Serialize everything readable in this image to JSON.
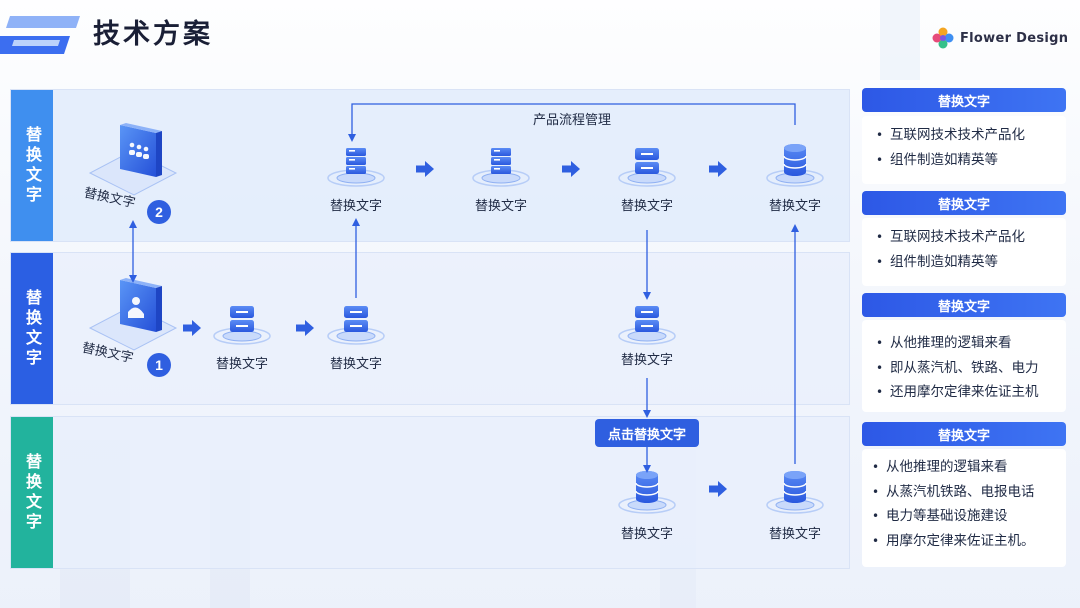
{
  "page": {
    "title": "技术方案"
  },
  "brand": {
    "name": "Flower Design",
    "icon": "flower-logo-icon"
  },
  "lanes": [
    {
      "label": "替换文字",
      "color": "#3f8fef"
    },
    {
      "label": "替换文字",
      "color": "#2b5fe3"
    },
    {
      "label": "替换文字",
      "color": "#22b39d"
    }
  ],
  "diagram": {
    "terminals": [
      {
        "label": "替换文字",
        "badge": "2",
        "icon": "team-screen-icon"
      },
      {
        "label": "替换文字",
        "badge": "1",
        "icon": "user-screen-icon"
      }
    ],
    "flow_label": "产品流程管理",
    "action_label": "点击替换文字",
    "nodes": [
      {
        "id": "a1",
        "label": "替换文字",
        "icon": "server-rack-icon"
      },
      {
        "id": "a2",
        "label": "替换文字",
        "icon": "server-rack-icon"
      },
      {
        "id": "a3",
        "label": "替换文字",
        "icon": "server-box-icon"
      },
      {
        "id": "a4",
        "label": "替换文字",
        "icon": "database-icon"
      },
      {
        "id": "b1",
        "label": "替换文字",
        "icon": "server-box-icon"
      },
      {
        "id": "b2",
        "label": "替换文字",
        "icon": "server-box-icon"
      },
      {
        "id": "b3",
        "label": "替换文字",
        "icon": "server-box-icon"
      },
      {
        "id": "c1",
        "label": "替换文字",
        "icon": "database-icon"
      },
      {
        "id": "c2",
        "label": "替换文字",
        "icon": "database-icon"
      }
    ]
  },
  "panels": [
    {
      "title": "替换文字",
      "items": [
        "互联网技术技术产品化",
        "组件制造如精英等"
      ]
    },
    {
      "title": "替换文字",
      "items": [
        "互联网技术技术产品化",
        "组件制造如精英等"
      ]
    },
    {
      "title": "替换文字",
      "items": [
        "从他推理的逻辑来看",
        "即从蒸汽机、铁路、电力",
        "还用摩尔定律来佐证主机"
      ]
    },
    {
      "title": "替换文字",
      "items": [
        "从他推理的逻辑来看",
        "从蒸汽机铁路、电报电话",
        "电力等基础设施建设",
        "用摩尔定律来佐证主机。"
      ]
    }
  ]
}
